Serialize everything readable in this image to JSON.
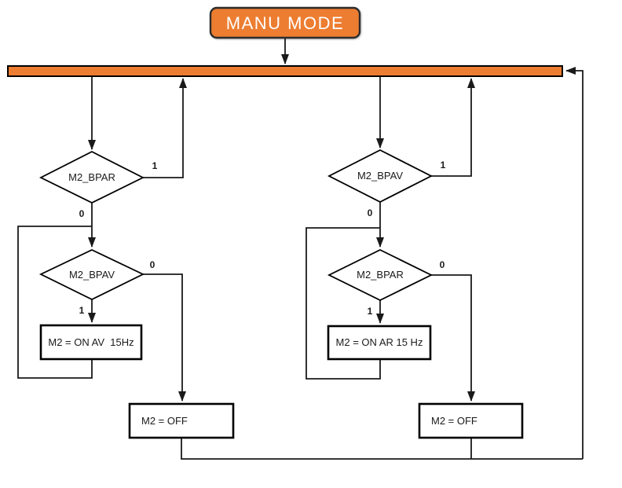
{
  "colors": {
    "accent_orange": "#ED7D31",
    "line_black": "#1a1a1a",
    "title_text": "#ffffff"
  },
  "title_node": {
    "label": "MANU MODE"
  },
  "left_branch": {
    "decision_top": {
      "label": "M2_BPAR",
      "exit_right": "1",
      "exit_down": "0"
    },
    "decision_mid": {
      "label": "M2_BPAV",
      "exit_right": "0",
      "exit_down": "1"
    },
    "action_on": {
      "label": "M2 = ON AV  15Hz"
    },
    "action_off": {
      "label": "M2 = OFF"
    }
  },
  "right_branch": {
    "decision_top": {
      "label": "M2_BPAV",
      "exit_right": "1",
      "exit_down": "0"
    },
    "decision_mid": {
      "label": "M2_BPAR",
      "exit_right": "0",
      "exit_down": "1"
    },
    "action_on": {
      "label": "M2 = ON AR 15 Hz"
    },
    "action_off": {
      "label": "M2 = OFF"
    }
  }
}
